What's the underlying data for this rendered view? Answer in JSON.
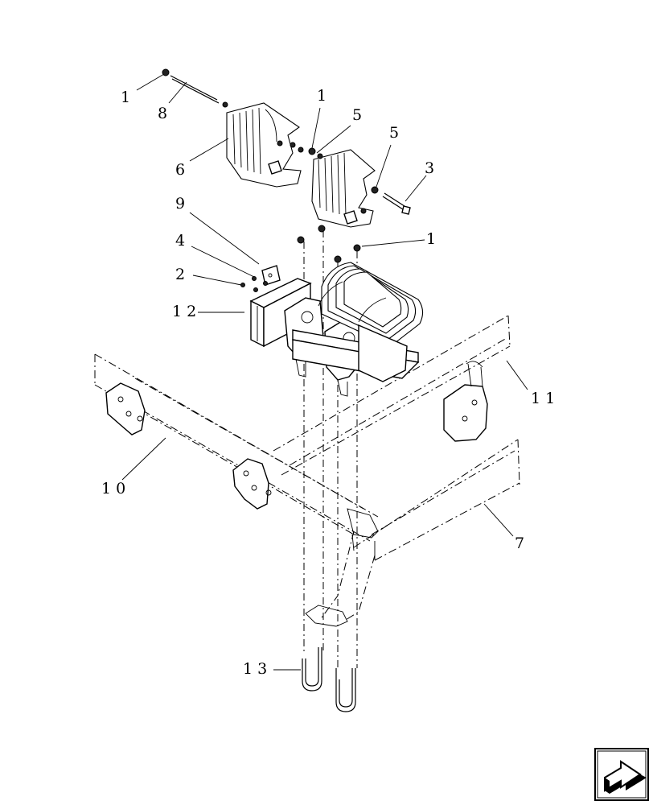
{
  "diagram": {
    "callouts": [
      {
        "id": "c1a",
        "text": "1"
      },
      {
        "id": "c8",
        "text": "8"
      },
      {
        "id": "c6",
        "text": "6"
      },
      {
        "id": "c1b",
        "text": "1"
      },
      {
        "id": "c5a",
        "text": "5"
      },
      {
        "id": "c5b",
        "text": "5"
      },
      {
        "id": "c3",
        "text": "3"
      },
      {
        "id": "c9",
        "text": "9"
      },
      {
        "id": "c4",
        "text": "4"
      },
      {
        "id": "c2",
        "text": "2"
      },
      {
        "id": "c12",
        "text": "12"
      },
      {
        "id": "c1c",
        "text": "1"
      },
      {
        "id": "c11",
        "text": "11"
      },
      {
        "id": "c10",
        "text": "10"
      },
      {
        "id": "c7",
        "text": "7"
      },
      {
        "id": "c13",
        "text": "13"
      }
    ]
  },
  "nav": {
    "icon": "next-page-arrow-icon"
  }
}
